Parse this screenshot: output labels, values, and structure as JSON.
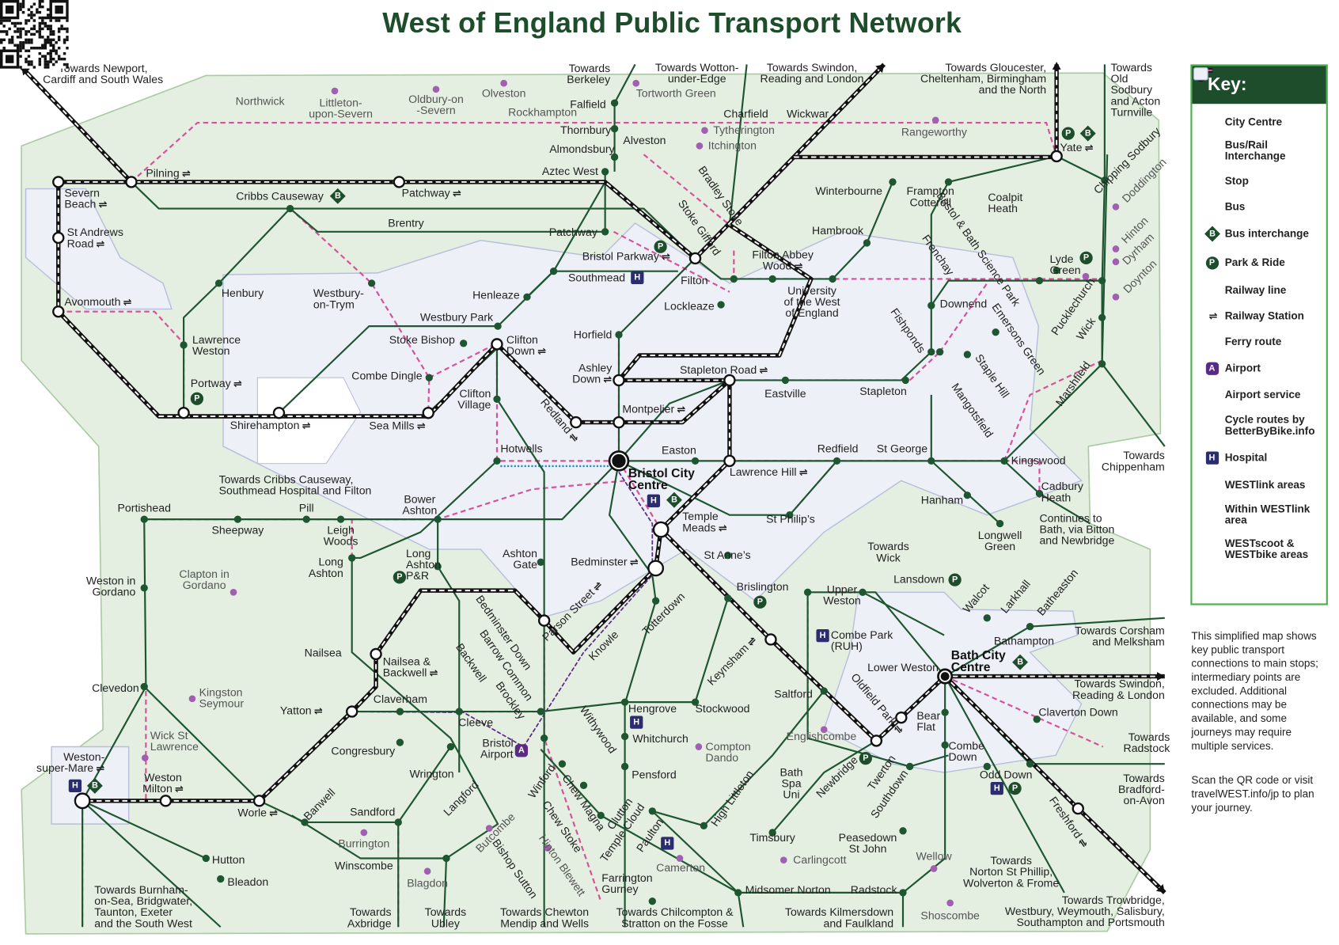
{
  "title": "West of England Public Transport Network",
  "towards": {
    "newport": "Towards Newport,\nCardiff and South Wales",
    "berkeley": "Towards\nBerkeley",
    "wotton": "Towards Wotton-\nunder-Edge",
    "swindon_n": "Towards Swindon,\nReading and London",
    "gloucester": "Towards Gloucester,\nCheltenham, Birmingham\nand the North",
    "oldsodbury": "Towards\nOld\nSodbury\nand Acton\nTurnville",
    "chippenham": "Towards\nChippenham",
    "cribbs": "Towards Cribbs Causeway,\nSouthmead Hospital and Filton",
    "continues": "Continues to\nBath, via Bitton\nand Newbridge",
    "wick": "Towards\nWick",
    "corsham": "Towards Corsham\nand Melksham",
    "swindon_e": "Towards Swindon,\nReading & London",
    "radstock": "Towards\nRadstock",
    "bradford": "Towards\nBradford-\non-Avon",
    "trowbridge": "Towards Trowbridge,\nWestbury, Weymouth, Salisbury,\nSouthampton and Portsmouth",
    "kilmersdown": "Towards Kilmersdown\nand Faulkland",
    "chilcompton": "Towards Chilcompton &\nStratton on the Fosse",
    "chewton": "Towards Chewton\nMendip and Wells",
    "ubley": "Towards\nUbley",
    "axbridge": "Towards\nAxbridge",
    "burnham": "Towards Burnham-\non-Sea, Bridgwater,\nTaunton, Exeter\nand the South West",
    "norton": "Towards\nNorton St Phillip,\nWolverton & Frome"
  },
  "places": {
    "pilning": "Pilning",
    "severn_beach": "Severn\nBeach",
    "st_andrews": "St Andrews\nRoad",
    "avonmouth": "Avonmouth",
    "cribbs": "Cribbs Causeway",
    "patchway1": "Patchway",
    "brentry": "Brentry",
    "henbury": "Henbury",
    "westbury_trym": "Westbury-\non-Trym",
    "lawrence_weston": "Lawrence\nWeston",
    "portway": "Portway",
    "shirehampton": "Shirehampton",
    "sea_mills": "Sea Mills",
    "combe_dingle": "Combe Dingle",
    "stoke_bishop": "Stoke Bishop",
    "westbury_park": "Westbury Park",
    "henleaze": "Henleaze",
    "clifton_down": "Clifton\nDown",
    "clifton_village": "Clifton\nVillage",
    "hotwells": "Hotwells",
    "redland": "Redland",
    "ashley_down": "Ashley\nDown",
    "montpelier": "Montpelier",
    "stapleton_road": "Stapleton Road",
    "eastville": "Eastville",
    "easton": "Easton",
    "city_centre": "Bristol City\nCentre",
    "lawrence_hill": "Lawrence Hill",
    "st_philips": "St Philip’s",
    "temple_meads": "Temple\nMeads",
    "st_annes": "St Anne’s",
    "brislington": "Brislington",
    "bedminster": "Bedminster",
    "ashton_gate": "Ashton\nGate",
    "redfield": "Redfield",
    "st_george": "St George",
    "stapleton": "Stapleton",
    "kingswood": "Kingswood",
    "hanham": "Hanham",
    "cadbury_heath": "Cadbury\nHeath",
    "longwell_green": "Longwell\nGreen",
    "horfield": "Horfield",
    "lockleaze": "Lockleaze",
    "southmead": "Southmead",
    "filton": "Filton",
    "filton_abbey_wood": "Filton Abbey\nWood",
    "uwe": "University\nof the West\nof England",
    "bristol_parkway": "Bristol Parkway",
    "patchway2": "Patchway",
    "aztec_west": "Aztec West",
    "almondsbury": "Almondsbury",
    "thornbury": "Thornbury",
    "falfield": "Falfield",
    "alveston": "Alveston",
    "charfield": "Charfield",
    "wickwar": "Wickwar",
    "winterbourne": "Winterbourne",
    "frampton_cotterell": "Frampton\nCotterell",
    "coalpit_heath": "Coalpit\nHeath",
    "hambrook": "Hambrook",
    "yate": "Yate",
    "lyde_green": "Lyde\nGreen",
    "downend": "Downend",
    "bradley_stoke": "Bradley\nStoke",
    "stoke_gifford": "Stoke\nGifford",
    "frenchay": "Frenchay",
    "science_park": "Bristol & Bath\nScience Park",
    "fishponds": "Fishponds",
    "emersons_green": "Emersons\nGreen",
    "staple_hill": "Staple Hill",
    "mangotsfield": "Mangotsfield",
    "pucklechurch": "Pucklechurch",
    "wick": "Wick",
    "marshfield": "Marshfield",
    "chipping_sodbury": "Chipping\nSodbury",
    "portishead": "Portishead",
    "sheepway": "Sheepway",
    "pill": "Pill",
    "leigh_woods": "Leigh\nWoods",
    "bower_ashton": "Bower\nAshton",
    "long_ashton": "Long\nAshton",
    "long_ashton_pr": "Long\nAshton\n    P&R",
    "weston_gordano": "Weston in\nGordano",
    "nailsea": "Nailsea",
    "nailsea_backwell": "Nailsea &\nBackwell",
    "clevedon": "Clevedon",
    "yatton": "Yatton",
    "claverham": "Claverham",
    "cleeve": "Cleeve",
    "congresbury": "Congresbury",
    "bristol_airport": "Bristol\nAirport",
    "weston_super_mare": "Weston-\nsuper-Mare",
    "weston_milton": "Weston\nMilton",
    "worle": "Worle",
    "banwell": "Banwell",
    "sandford": "Sandford",
    "wrington": "Wrington",
    "langford": "Langford",
    "winscombe": "Winscombe",
    "hutton": "Hutton",
    "bleadon": "Bleadon",
    "winford": "Winford",
    "chew_magna": "Chew\nMagna",
    "chew_stoke": "Chew\nStoke",
    "bishop_sutton": "Bishop\nSutton",
    "bedminster_down": "Bedminster Down",
    "barrow_common": "Barrow Common",
    "backwell": "Backwell",
    "brockley": "Brockley",
    "parson_street": "Parson\nStreet",
    "knowle": "Knowle",
    "totterdown": "Totterdown",
    "withywood": "Withywood",
    "hengrove": "Hengrove",
    "whitchurch": "Whitchurch",
    "stockwood": "Stockwood",
    "pensford": "Pensford",
    "clutton": "Clutton",
    "temple_cloud": "Temple Cloud",
    "paulton": "Paulton",
    "farrington_gurney": "Farrington\nGurney",
    "timsbury": "Timsbury",
    "high_littleton": "High Littleton",
    "midsomer_norton": "Midsomer Norton",
    "radstock": "Radstock",
    "peasedown": "Peasedown\nSt John",
    "keynsham": "Keynsham",
    "saltford": "Saltford",
    "bath_spa_uni": "Bath\nSpa\nUni",
    "newbridge": "Newbridge",
    "twerton": "Twerton",
    "southdown": "Southdown",
    "oldfield_park": "Oldfield\nPark",
    "bear_flat": "Bear\nFlat",
    "combe_down": "Combe\nDown",
    "odd_down": "Odd Down",
    "bath_city_centre": "Bath City\nCentre",
    "bathampton": "Bathampton",
    "lower_weston": "Lower Weston",
    "combe_park": "Combe Park\n(RUH)",
    "upper_weston": "Upper\nWeston",
    "lansdown": "Lansdown",
    "walcot": "Walcot",
    "larkhall": "Larkhall",
    "batheaston": "Batheaston",
    "claverton_down": "Claverton Down",
    "freshford": "Freshford"
  },
  "westlink_places": {
    "northwick": "Northwick",
    "littleton": "Littleton-\nupon-Severn",
    "oldbury": "Oldbury-on\n-Severn",
    "olveston": "Olveston",
    "rockhampton": "Rockhampton",
    "tortworth": "Tortworth Green",
    "tytherington": "Tytherington",
    "itchington": "Itchington",
    "rangeworthy": "Rangeworthy",
    "doddington": "Doddington",
    "hinton": "Hinton",
    "dyrham": "Dyrham",
    "doynton": "Doynton",
    "clapton": "Clapton in\nGordano",
    "kingston_seymour": "Kingston\nSeymour",
    "wick_st_lawrence": "Wick St\nLawrence",
    "burrington": "Burrington",
    "blagdon": "Blagdon",
    "butcombe": "Butcombe",
    "hinton_blewett": "Hinton\nBlewett",
    "compton_dando": "Compton\nDando",
    "camerton": "Camerton",
    "carlingcott": "Carlingcott",
    "englishcombe": "Englishcombe",
    "wellow": "Wellow",
    "shoscombe": "Shoscombe"
  },
  "legend": {
    "title": "Key:",
    "items": [
      "City Centre",
      "Bus/Rail\nInterchange",
      "Stop",
      "Bus",
      "Bus interchange",
      "Park & Ride",
      "Railway line",
      "Railway Station",
      "Ferry route",
      "Airport",
      "Airport service",
      "Cycle routes by\nBetterByBike.info",
      "Hospital",
      "WESTlink areas",
      "Within WESTlink\narea",
      "WESTscoot &\nWESTbike areas"
    ]
  },
  "notes": {
    "disclaimer": "This simplified map shows key public transport connections to main stops; intermediary points are excluded. Additional connections may be available, and some journeys may require multiple services.",
    "scan": "Scan the QR code or visit travelWEST.info/jp to plan your journey."
  },
  "badges": {
    "P": "P",
    "B": "B",
    "H": "H",
    "A": "A"
  },
  "colors": {
    "bus": "#1e5631",
    "cycle": "#d6509a",
    "ferry": "#1a8fc9",
    "airport": "#5b2a86",
    "westlink": "#e4efe1",
    "westscoot": "#eef0f7",
    "title": "#1d4d2b"
  }
}
